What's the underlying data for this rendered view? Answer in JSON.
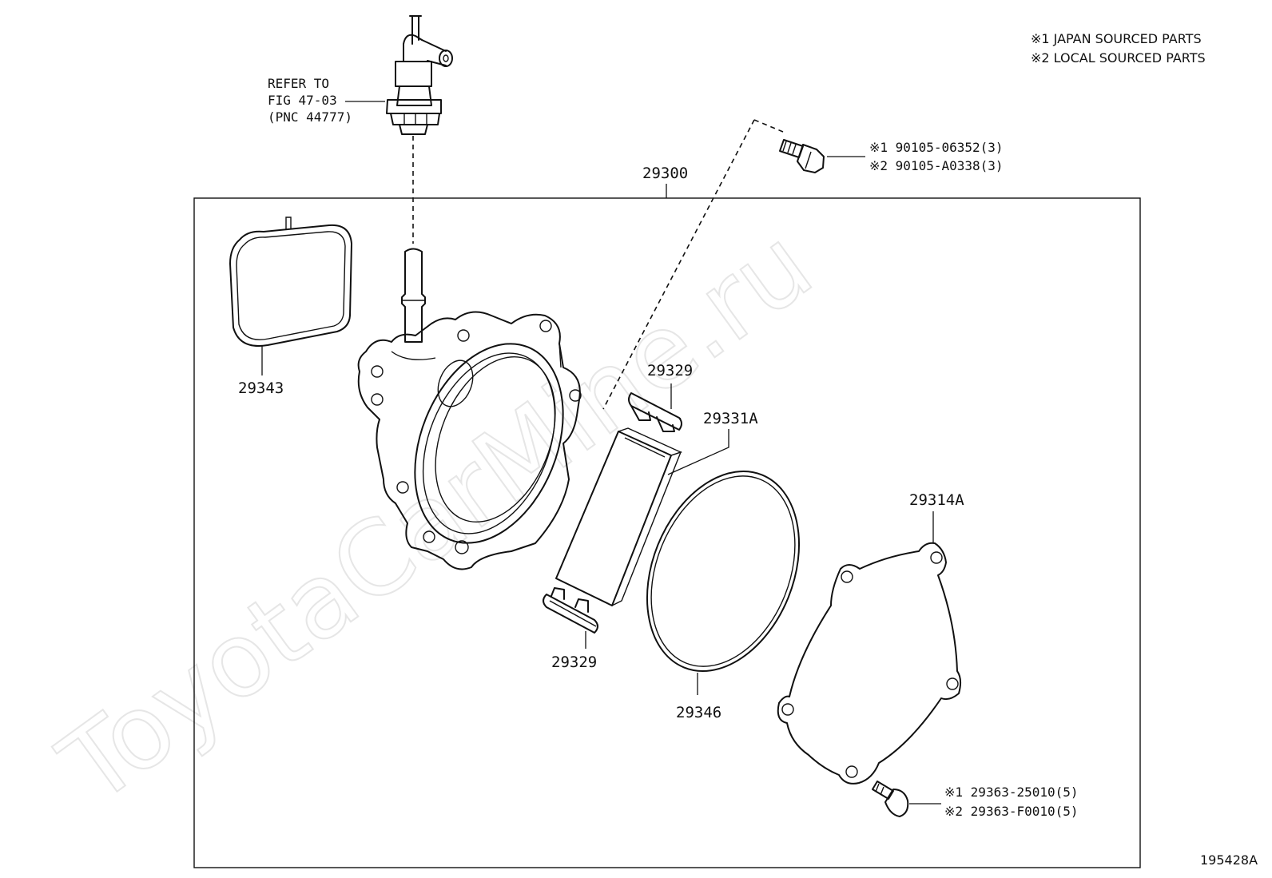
{
  "notes": {
    "line1": "※1 JAPAN SOURCED PARTS",
    "line2": "※2 LOCAL SOURCED PARTS"
  },
  "reference": {
    "line1": "REFER TO",
    "line2": "FIG 47-03",
    "line3": "(PNC 44777)"
  },
  "bolt_top": {
    "line1": "※1 90105-06352(3)",
    "line2": "※2 90105-A0338(3)"
  },
  "bolt_bottom": {
    "line1": "※1 29363-25010(5)",
    "line2": "※2 29363-F0010(5)"
  },
  "callouts": {
    "assembly": "29300",
    "gasket": "29343",
    "cap_top": "29329",
    "vane": "29331A",
    "cap_bottom": "29329",
    "o_ring": "29346",
    "plate": "29314A"
  },
  "figure_id": "195428A",
  "watermark": "ToyotaCarMine.ru"
}
